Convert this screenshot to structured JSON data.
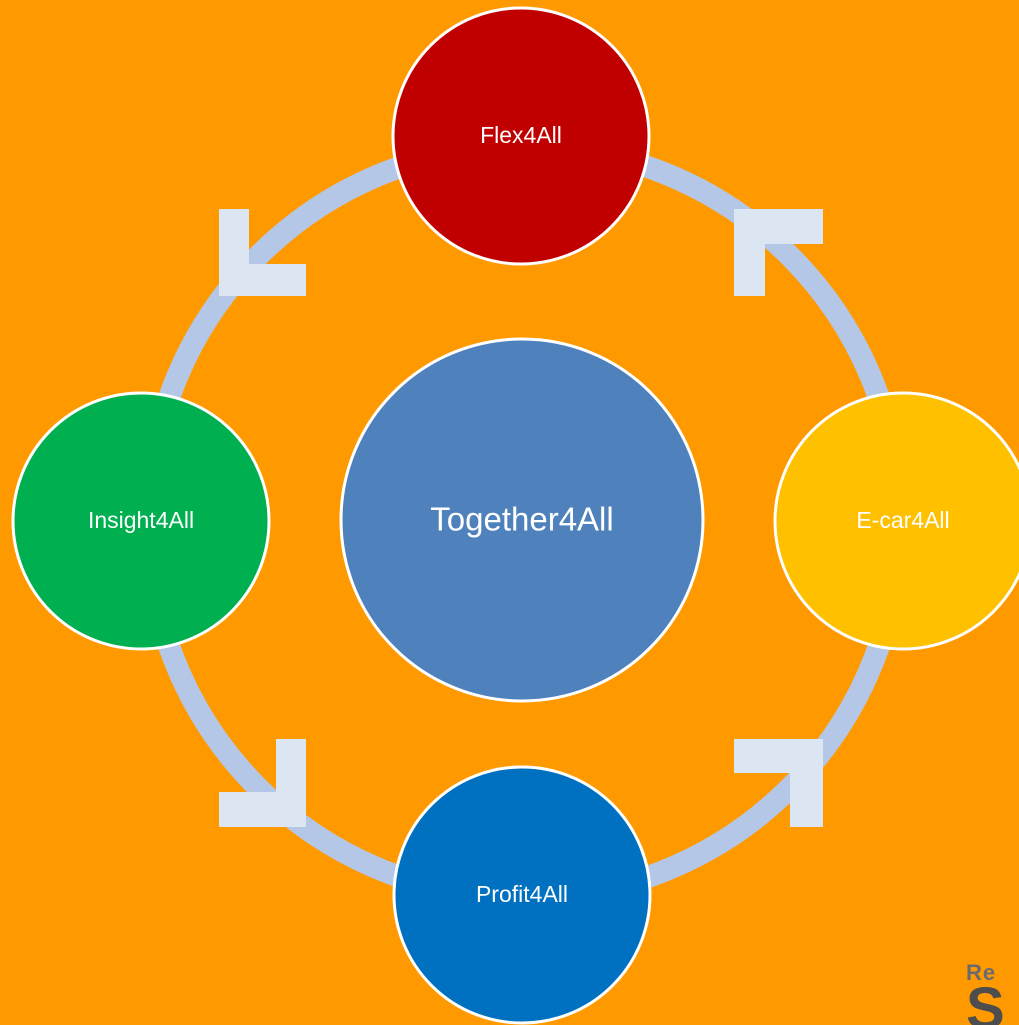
{
  "diagram": {
    "type": "cycle",
    "center": {
      "label": "Together4All",
      "color": "#4F81BD"
    },
    "nodes": [
      {
        "id": "flex",
        "label": "Flex4All",
        "color": "#C00000"
      },
      {
        "id": "ecar",
        "label": "E-car4All",
        "color": "#FFC000"
      },
      {
        "id": "profit",
        "label": "Profit4All",
        "color": "#0070C0"
      },
      {
        "id": "insight",
        "label": "Insight4All",
        "color": "#00B050"
      }
    ],
    "ring_color": "#B4C7E7",
    "arrow_color": "#DCE6F2",
    "background_color": "#FF9900"
  },
  "watermark": {
    "text": "Re",
    "letter": "S"
  }
}
